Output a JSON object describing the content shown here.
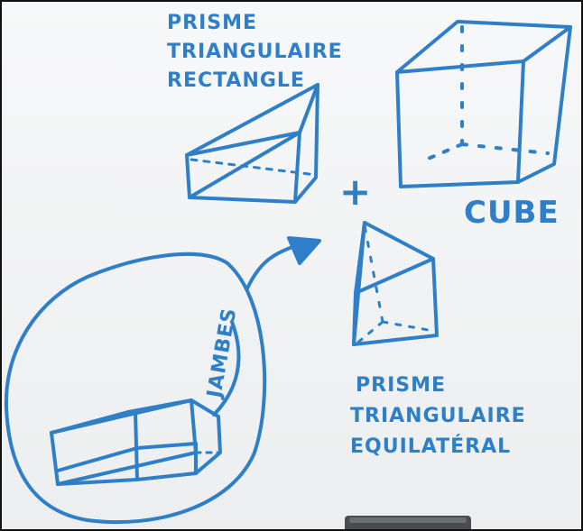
{
  "ink_color": "#2f7fc8",
  "board_color": "#f3f4f5",
  "labels": {
    "right_prism": [
      "PRISME",
      "TRIANGULAIRE",
      "RECTANGLE"
    ],
    "plus": "+",
    "cube": "CUBE",
    "legs": "JAMBES",
    "equilateral_prism": [
      "PRISME",
      "TRIANGULAIRE",
      "EQUILATÉRAL"
    ]
  },
  "icons": {
    "marker": "marker-icon"
  }
}
